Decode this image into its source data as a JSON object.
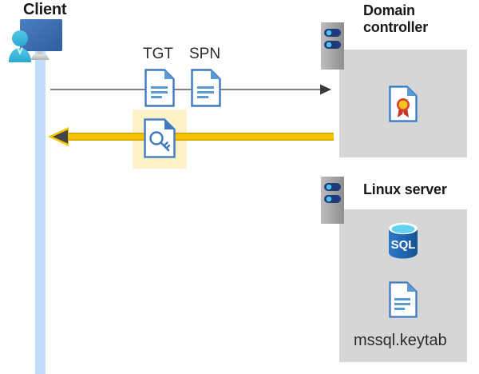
{
  "diagram": {
    "title": "Kerberos authentication flow between client, domain controller and Linux server",
    "background": "#ffffff",
    "colors": {
      "panel_gray": "#d6d6d6",
      "highlight_yellow": "#fdf2c8",
      "arrow_yellow": "#f5c400",
      "arrow_gray": "#58595b",
      "doc_blue": "#3f79c0",
      "doc_blue_light": "#5b9bd5",
      "lifeline_blue": "#c2dcfb",
      "monitor_blue": "#3c6eb4",
      "person_cyan": "#35b7dd",
      "rack_gray": "#9a9a9a",
      "rack_navy": "#1f3a7a",
      "rack_dot_cyan": "#4ec3e8",
      "sql_blue": "#1e65b0",
      "sql_top_cyan": "#62d2f0",
      "cert_red": "#c0392b",
      "cert_gold": "#f5c518",
      "heading_text": "#1a1a1a",
      "label_text": "#2b2b2b"
    }
  },
  "nodes": {
    "client": {
      "title": "Client",
      "icon": "workstation-user-icon"
    },
    "domain_controller": {
      "title": "Domain controller",
      "title_line1": "Domain",
      "title_line2": "controller",
      "icon": "server-rack-icon",
      "contents": [
        {
          "name": "certificate-document-icon",
          "label": ""
        }
      ]
    },
    "linux_server": {
      "title": "Linux server",
      "icon": "server-rack-icon",
      "contents": [
        {
          "name": "sql-database-icon",
          "label": "SQL"
        },
        {
          "name": "keytab-document-icon",
          "label": "mssql.keytab"
        }
      ]
    }
  },
  "messages": {
    "request": {
      "label_1": "TGT",
      "label_2": "SPN",
      "direction": "client-to-domain-controller",
      "arrow_style": "thin-gray-right"
    },
    "response": {
      "label": "",
      "icon": "key-document-icon",
      "direction": "domain-controller-to-client",
      "arrow_style": "thick-yellow-left",
      "highlighted": true
    }
  },
  "labels": {
    "tgt": "TGT",
    "spn": "SPN",
    "sql": "SQL",
    "keytab_file": "mssql.keytab"
  }
}
